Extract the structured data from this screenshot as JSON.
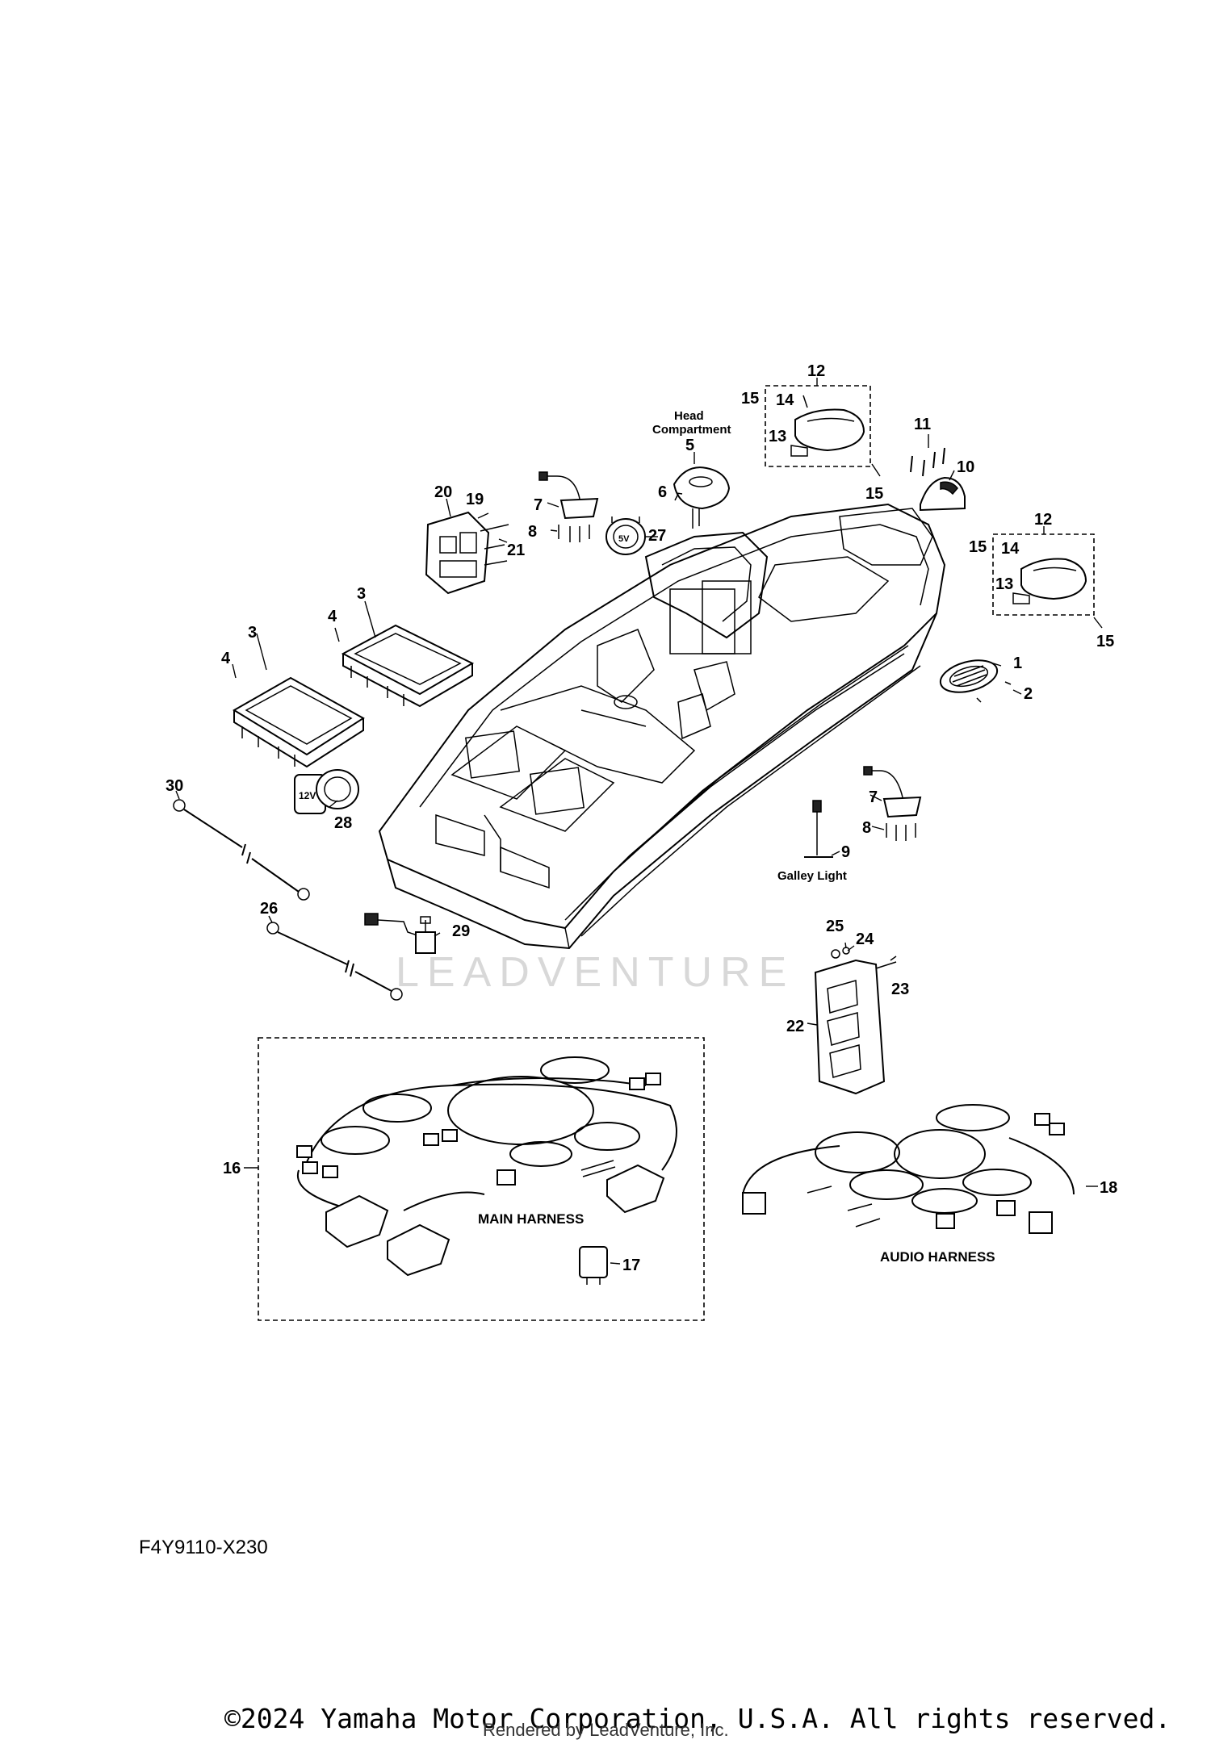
{
  "diagram": {
    "callouts": [
      "1",
      "2",
      "3",
      "3",
      "4",
      "4",
      "5",
      "6",
      "7",
      "7",
      "8",
      "8",
      "9",
      "10",
      "11",
      "12",
      "12",
      "13",
      "13",
      "14",
      "14",
      "15",
      "15",
      "15",
      "15",
      "16",
      "17",
      "18",
      "19",
      "20",
      "21",
      "22",
      "23",
      "24",
      "25",
      "26",
      "27",
      "28",
      "29",
      "30"
    ],
    "notes": {
      "head_line1": "Head",
      "head_line2": "Compartment",
      "galley": "Galley Light",
      "main_harness": "MAIN HARNESS",
      "audio_harness": "AUDIO HARNESS",
      "socket_12v": "12V",
      "usb_5v": "5V"
    },
    "watermark": "LEADVENTURE"
  },
  "footer": {
    "part_code": "F4Y9110-X230",
    "copyright": "©2024 Yamaha Motor Corporation, U.S.A. All rights reserved.",
    "rendered_by": "Rendered by LeadVenture, Inc."
  }
}
